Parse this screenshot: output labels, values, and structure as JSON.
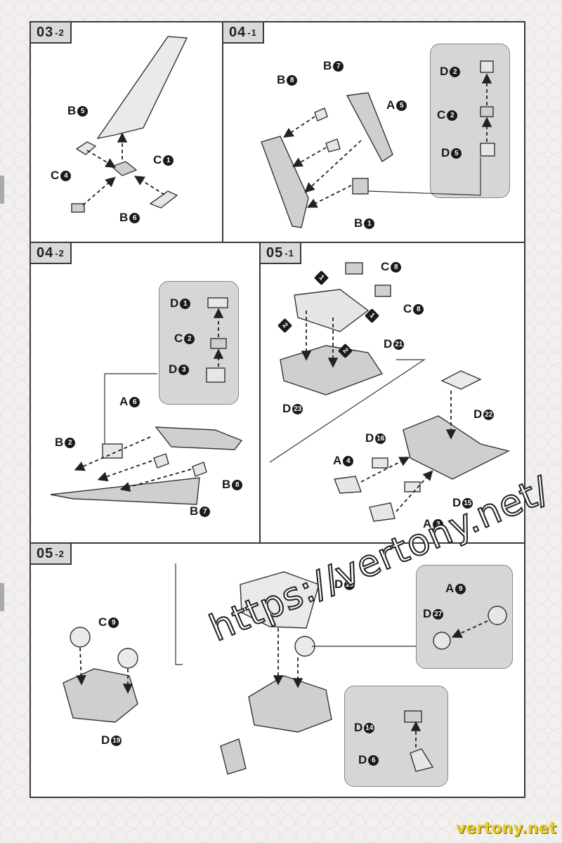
{
  "steps": {
    "s1": {
      "label": "03",
      "sub": "-2"
    },
    "s2": {
      "label": "04",
      "sub": "-1"
    },
    "s3": {
      "label": "04",
      "sub": "-2"
    },
    "s4": {
      "label": "05",
      "sub": "-1"
    },
    "s5": {
      "label": "05",
      "sub": "-2"
    }
  },
  "parts": {
    "p_b5": {
      "letter": "B",
      "num": "5"
    },
    "p_c1": {
      "letter": "C",
      "num": "1"
    },
    "p_c4": {
      "letter": "C",
      "num": "4"
    },
    "p_b6": {
      "letter": "B",
      "num": "6"
    },
    "p_b8a": {
      "letter": "B",
      "num": "8"
    },
    "p_b7a": {
      "letter": "B",
      "num": "7"
    },
    "p_a5": {
      "letter": "A",
      "num": "5"
    },
    "p_b1": {
      "letter": "B",
      "num": "1"
    },
    "p_d2a": {
      "letter": "D",
      "num": "2"
    },
    "p_c2a": {
      "letter": "C",
      "num": "2"
    },
    "p_d5": {
      "letter": "D",
      "num": "5"
    },
    "p_d1": {
      "letter": "D",
      "num": "1"
    },
    "p_c2b": {
      "letter": "C",
      "num": "2"
    },
    "p_d3": {
      "letter": "D",
      "num": "3"
    },
    "p_a6": {
      "letter": "A",
      "num": "6"
    },
    "p_b2": {
      "letter": "B",
      "num": "2"
    },
    "p_b8b": {
      "letter": "B",
      "num": "8"
    },
    "p_b7b": {
      "letter": "B",
      "num": "7"
    },
    "p_c8a": {
      "letter": "C",
      "num": "8"
    },
    "p_c8b": {
      "letter": "C",
      "num": "8"
    },
    "p_d21": {
      "letter": "D",
      "num": "21"
    },
    "p_d23": {
      "letter": "D",
      "num": "23"
    },
    "p_d22": {
      "letter": "D",
      "num": "22"
    },
    "p_d16": {
      "letter": "D",
      "num": "16"
    },
    "p_a4": {
      "letter": "A",
      "num": "4"
    },
    "p_d15": {
      "letter": "D",
      "num": "15"
    },
    "p_a3": {
      "letter": "A",
      "num": "3"
    },
    "p_c9": {
      "letter": "C",
      "num": "9"
    },
    "p_d19": {
      "letter": "D",
      "num": "19"
    },
    "p_d29": {
      "letter": "D",
      "num": "29"
    },
    "p_a9": {
      "letter": "A",
      "num": "9"
    },
    "p_d27": {
      "letter": "D",
      "num": "27"
    },
    "p_d14": {
      "letter": "D",
      "num": "14"
    },
    "p_d6": {
      "letter": "D",
      "num": "6"
    }
  },
  "order_markers": [
    "1",
    "2",
    "1",
    "2"
  ],
  "watermark": "https://vertony.net/",
  "footer_watermark": "vertony.net"
}
